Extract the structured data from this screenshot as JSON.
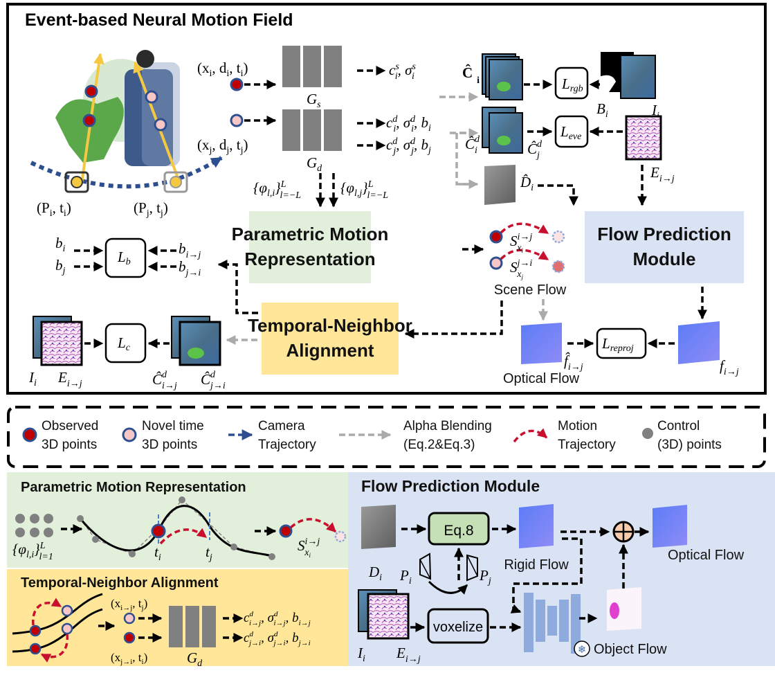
{
  "figure": {
    "main_title": "Event-based Neural Motion Field",
    "colors": {
      "observed_point": "#c00000",
      "point_outline": "#2e4f8f",
      "novel_point": "#f7c6c6",
      "camera_trajectory": "#2e4f8f",
      "motion_trajectory": "#c8102e",
      "control_point": "#808080",
      "parametric_module_bg": "#e2efda",
      "flow_module_bg": "#dae3f3",
      "temporal_module_bg": "#ffe699",
      "eq8_box": "#c5e0b4",
      "sum_node": "#f8cbad",
      "unet": "#8faadc"
    },
    "scene": {
      "cam_i_label": "(P",
      "cam_i_sub": "i",
      "cam_i_t": ", t",
      "cam_i_tsub": "i",
      "cam_j_label": "(P",
      "cam_j_sub": "j",
      "cam_j_t": ", t",
      "cam_j_tsub": "j",
      "close_paren": ")"
    },
    "inputs": {
      "xi": "(x",
      "xi_sub": "i",
      "xi_d": ", d",
      "xi_dsub": "i",
      "xi_t": ", t",
      "xi_tsub": "i",
      "xi_close": ")",
      "xj": "(x",
      "xj_sub": "j",
      "xj_d": ", d",
      "xj_dsub": "j",
      "xj_t": ", t",
      "xj_tsub": "j",
      "xj_close": ")"
    },
    "networks": {
      "static_net": "G",
      "static_sub": "s",
      "dynamic_net": "G",
      "dynamic_sub": "d"
    },
    "outputs": {
      "static_out": "c",
      "static_out_sup": "s",
      "static_out_sub": "i",
      "static_sigma": ", σ",
      "static_sigma_sup": "s",
      "static_sigma_sub": "i",
      "dyn_i": "c",
      "dyn_i_sup": "d",
      "dyn_i_sub": "i",
      "dyn_i_sigma": ", σ",
      "dyn_i_sigma_sup": "d",
      "dyn_i_sigma_sub": "i",
      "dyn_i_b": ", b",
      "dyn_i_bsub": "i",
      "dyn_j": "c",
      "dyn_j_sup": "d",
      "dyn_j_sub": "j",
      "dyn_j_sigma": ", σ",
      "dyn_j_sigma_sup": "d",
      "dyn_j_sigma_sub": "j",
      "dyn_j_b": ", b",
      "dyn_j_bsub": "j"
    },
    "phi": {
      "phi_i": "{φ",
      "phi_i_sub": "l,i",
      "phi_i_close": "}",
      "phi_i_sup": "L",
      "phi_i_range": "l=−L",
      "phi_j": "{φ",
      "phi_j_sub": "l,j",
      "phi_j_close": "}",
      "phi_j_sup": "L",
      "phi_j_range": "l=−L"
    },
    "renders": {
      "C_hat_i": "Ĉ",
      "C_hat_i_sub": "i",
      "C_hat_d_i": "Ĉ",
      "C_hat_d_i_sup": "d",
      "C_hat_d_i_sub": "i",
      "C_hat_d_j": "Ĉ",
      "C_hat_d_j_sup": "d",
      "C_hat_d_j_sub": "j",
      "D_hat_i": "D̂",
      "D_hat_i_sub": "i",
      "B_i": "B",
      "B_i_sub": "i",
      "I_i": "I",
      "I_i_sub": "i",
      "E": "E",
      "E_sub": "i→j"
    },
    "losses": {
      "rgb": "L",
      "rgb_sub": "rgb",
      "eve": "L",
      "eve_sub": "eve",
      "b": "L",
      "b_sub": "b",
      "c": "L",
      "c_sub": "c",
      "reproj": "L",
      "reproj_sub": "reproj"
    },
    "blend_terms": {
      "b_i": "b",
      "b_i_sub": "i",
      "b_j": "b",
      "b_j_sub": "j",
      "b_ij": "b",
      "b_ij_sub": "i→j",
      "b_ji": "b",
      "b_ji_sub": "j→i"
    },
    "modules": {
      "parametric_line1": "Parametric Motion",
      "parametric_line2": "Representation",
      "flow_line1": "Flow Prediction",
      "flow_line2": "Module",
      "temporal_line1": "Temporal-Neighbor",
      "temporal_line2": "Alignment"
    },
    "scene_flow": {
      "label": "Scene Flow",
      "s_ij": "S",
      "s_ij_sup": "i→j",
      "s_ij_sub": "x",
      "s_ij_subsub": "i",
      "s_ji": "S",
      "s_ji_sup": "j→i",
      "s_ji_sub": "x",
      "s_ji_subsub": "j"
    },
    "optical": {
      "label": "Optical Flow",
      "f_hat": "f̂",
      "f_hat_sub": "i→j",
      "f": "f",
      "f_sub": "i→j"
    },
    "consistency": {
      "I": "I",
      "I_sub": "i",
      "E": "E",
      "E_sub": "i→j",
      "C_ij": "Ĉ",
      "C_ij_sup": "d",
      "C_ij_sub": "i→j",
      "C_ji": "Ĉ",
      "C_ji_sup": "d",
      "C_ji_sub": "j→i"
    },
    "legend": [
      {
        "icon": "observed-point-icon",
        "line1": "Observed",
        "line2": "3D points"
      },
      {
        "icon": "novel-point-icon",
        "line1": "Novel time",
        "line2": "3D points"
      },
      {
        "icon": "camera-trajectory-arrow-icon",
        "line1": "Camera",
        "line2": "Trajectory"
      },
      {
        "icon": "alpha-blending-arrow-icon",
        "line1": "Alpha Blending",
        "line2": "(Eq.2&Eq.3)"
      },
      {
        "icon": "motion-trajectory-arrow-icon",
        "line1": "Motion",
        "line2": "Trajectory"
      },
      {
        "icon": "control-point-icon",
        "line1": "Control",
        "line2": "(3D) points"
      }
    ],
    "pmr_panel": {
      "title": "Parametric Motion Representation",
      "phi": "{φ",
      "phi_sub": "l,i",
      "phi_close": "}",
      "phi_sup": "L",
      "phi_range": "l=1",
      "t_i": "t",
      "t_i_sub": "i",
      "t_j": "t",
      "t_j_sub": "j",
      "s": "S",
      "s_sup": "i→j",
      "s_sub": "x",
      "s_subsub": "i"
    },
    "tna_panel": {
      "title": "Temporal-Neighbor Alignment",
      "in_ij": "(x",
      "in_ij_sub": "i→j",
      "in_ij_t": ", t",
      "in_ij_tsub": "j",
      "in_ij_close": ")",
      "in_ji": "(x",
      "in_ji_sub": "j→i",
      "in_ji_t": ", t",
      "in_ji_tsub": "i",
      "in_ji_close": ")",
      "net": "G",
      "net_sub": "d",
      "out_ij": "c",
      "out_ij_sup": "d",
      "out_ij_sub": "i→j",
      "out_ij_sigma": ", σ",
      "out_ij_sigma_sup": "d",
      "out_ij_sigma_sub": "i→j",
      "out_ij_b": ", b",
      "out_ij_bsub": "i→j",
      "out_ji": "c",
      "out_ji_sup": "d",
      "out_ji_sub": "j→i",
      "out_ji_sigma": ", σ",
      "out_ji_sigma_sup": "d",
      "out_ji_sigma_sub": "j→i",
      "out_ji_b": ", b",
      "out_ji_bsub": "j→i"
    },
    "fpm_panel": {
      "title": "Flow Prediction Module",
      "eq_box": "Eq.8",
      "voxelize_box": "voxelize",
      "rigid_flow": "Rigid Flow",
      "optical_flow": "Optical Flow",
      "object_flow": "Object Flow",
      "D": "D",
      "D_sub": "i",
      "P_i": "P",
      "P_i_sub": "i",
      "P_j": "P",
      "P_j_sub": "j",
      "I": "I",
      "I_sub": "i",
      "E": "E",
      "E_sub": "i→j"
    }
  }
}
